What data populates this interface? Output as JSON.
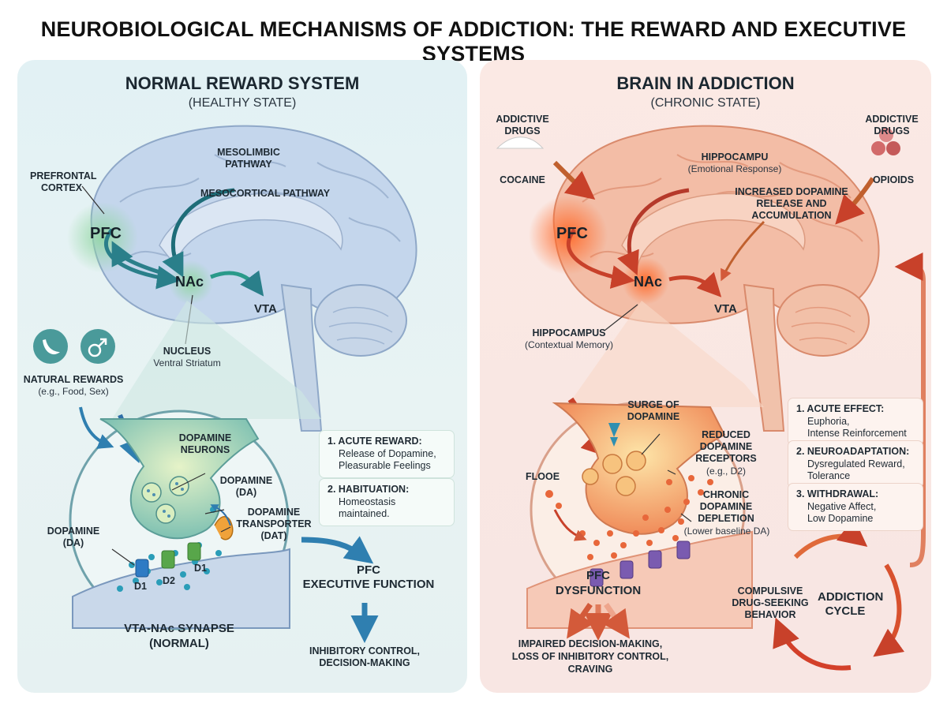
{
  "title": "NEUROBIOLOGICAL MECHANISMS OF ADDICTION: THE REWARD AND EXECUTIVE SYSTEMS",
  "left": {
    "heading": "NORMAL REWARD SYSTEM",
    "subheading": "(HEALTHY STATE)",
    "mesolimbic": "MESOLIMBIC PATHWAY",
    "mesocortical": "MESOCORTICAL PATHWAY",
    "prefrontal": "PREFRONTAL CORTEX",
    "pfc": "PFC",
    "nac": "NAc",
    "vta": "VTA",
    "nucleus": "NUCLEUS",
    "ventral_striatum": "Ventral Striatum",
    "natural_rewards": "NATURAL REWARDS",
    "natural_rewards_eg": "(e.g., Food, Sex)",
    "dopamine_neurons": "DOPAMINE NEURONS",
    "dopamine_da_right": "DOPAMINE (DA)",
    "dopamine_transporter": "DOPAMINE TRANSPORTER (DAT)",
    "dopamine_da_left": "DOPAMINE (DA)",
    "d1_a": "D1",
    "d2": "D2",
    "d1_b": "D1",
    "synapse_label": "VTA-NAc SYNAPSE",
    "synapse_state": "(NORMAL)",
    "box1_title": "1. ACUTE REWARD:",
    "box1_line1": "Release of Dopamine,",
    "box1_line2": "Pleasurable Feelings",
    "box2_title": "2. HABITUATION:",
    "box2_line1": "Homeostasis maintained.",
    "pfc_exec": "PFC",
    "exec_function": "EXECUTIVE FUNCTION",
    "inhibitory": "INHIBITORY CONTROL,",
    "decision": "DECISION-MAKING",
    "banana_icon": "banana-icon",
    "male_icon": "male-symbol-icon"
  },
  "right": {
    "heading": "BRAIN IN ADDICTION",
    "subheading": "(CHRONIC STATE)",
    "addictive_left": "ADDICTIVE DRUGS",
    "cocaine": "COCAINE",
    "addictive_right": "ADDICTIVE DRUGS",
    "opioids": "OPIOIDS",
    "hippocampu": "HIPPOCAMPU",
    "emotional": "(Emotional Response)",
    "increased": "INCREASED DOPAMINE RELEASE AND ACCUMULATION",
    "pfc": "PFC",
    "nac": "NAc",
    "vta": "VTA",
    "hippocampus": "HIPPOCAMPUS",
    "contextual": "(Contextual Memory)",
    "surge": "SURGE OF DOPAMINE",
    "reduced": "REDUCED DOPAMINE RECEPTORS",
    "reduced_eg": "(e.g., D2)",
    "flooe": "FLOOE",
    "chronic": "CHRONIC DOPAMINE DEPLETION",
    "lower_baseline": "(Lower baseline DA)",
    "box1_title": "1. ACUTE EFFECT:",
    "box1_line1": "Euphoria,",
    "box1_line2": "Intense Reinforcement",
    "box2_title": "2. NEUROADAPTATION:",
    "box2_line1": "Dysregulated Reward,",
    "box2_line2": "Tolerance",
    "box3_title": "3. WITHDRAWAL:",
    "box3_line1": "Negative Affect,",
    "box3_line2": "Low Dopamine",
    "pfc_dys": "PFC",
    "dysfunction": "DYSFUNCTION",
    "impaired1": "IMPAIRED DECISION-MAKING,",
    "impaired2": "LOSS OF INHIBITORY CONTROL,",
    "impaired3": "CRAVING",
    "compulsive": "COMPULSIVE DRUG-SEEKING BEHAVIOR",
    "addiction_cycle": "ADDICTION CYCLE",
    "powder_icon": "powder-pile-icon",
    "pills_icon": "pills-icon"
  },
  "colors": {
    "left_accent": "#2f8f94",
    "left_brain": "#bfd3ea",
    "right_accent": "#e0573a",
    "right_brain": "#f2b79f",
    "receptor_blue": "#2e7bc4",
    "receptor_green": "#58a64a",
    "receptor_purple": "#7a5bb0"
  }
}
